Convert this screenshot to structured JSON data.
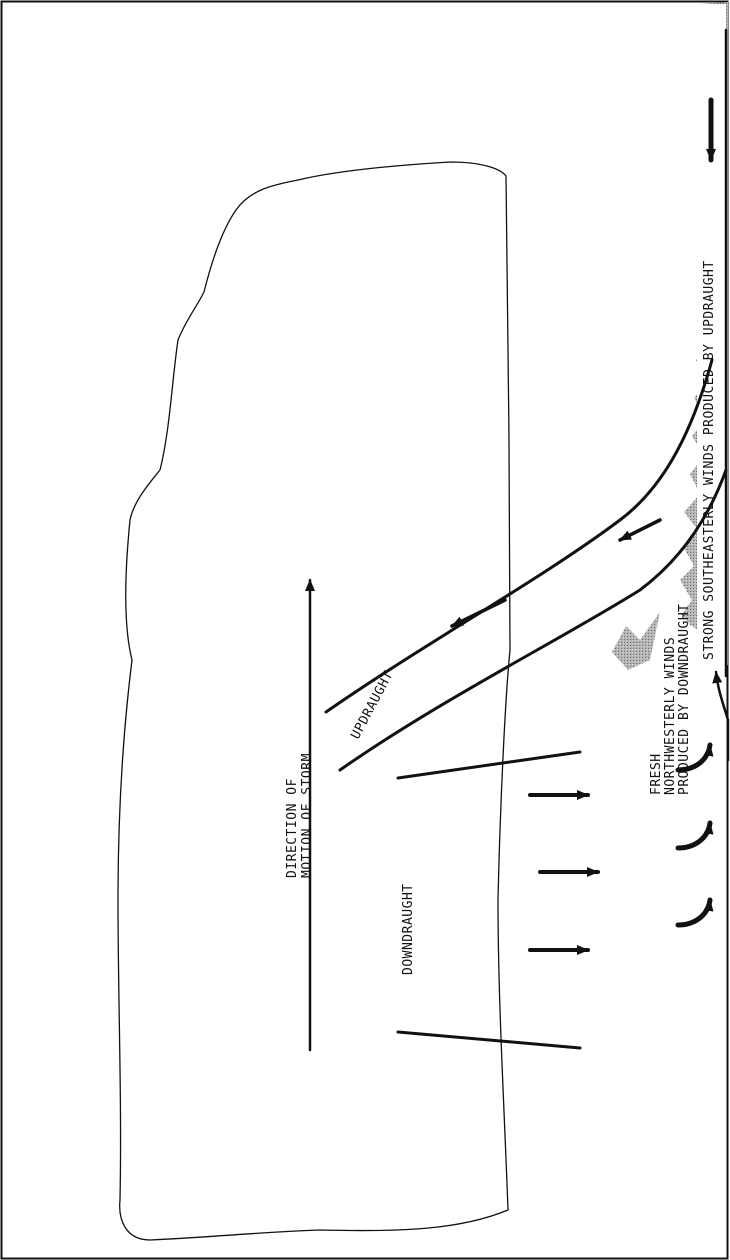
{
  "labels": {
    "direction": [
      "DIRECTION OF",
      "MOTION OF STORM"
    ],
    "updraught": "UPDRAUGHT",
    "downdraught": "DOWNDRAUGHT",
    "fresh_winds": [
      "FRESH",
      "NORTHWESTERLY WINDS",
      "PRODUCED BY DOWNDRAUGHT"
    ],
    "strong_winds": "STRONG SOUTHEASTERLY WINDS PRODUCED BY UPDRAUGHT"
  },
  "colors": {
    "ink": "#111111",
    "shading": "#9a9a9a",
    "paper": "#ffffff"
  }
}
